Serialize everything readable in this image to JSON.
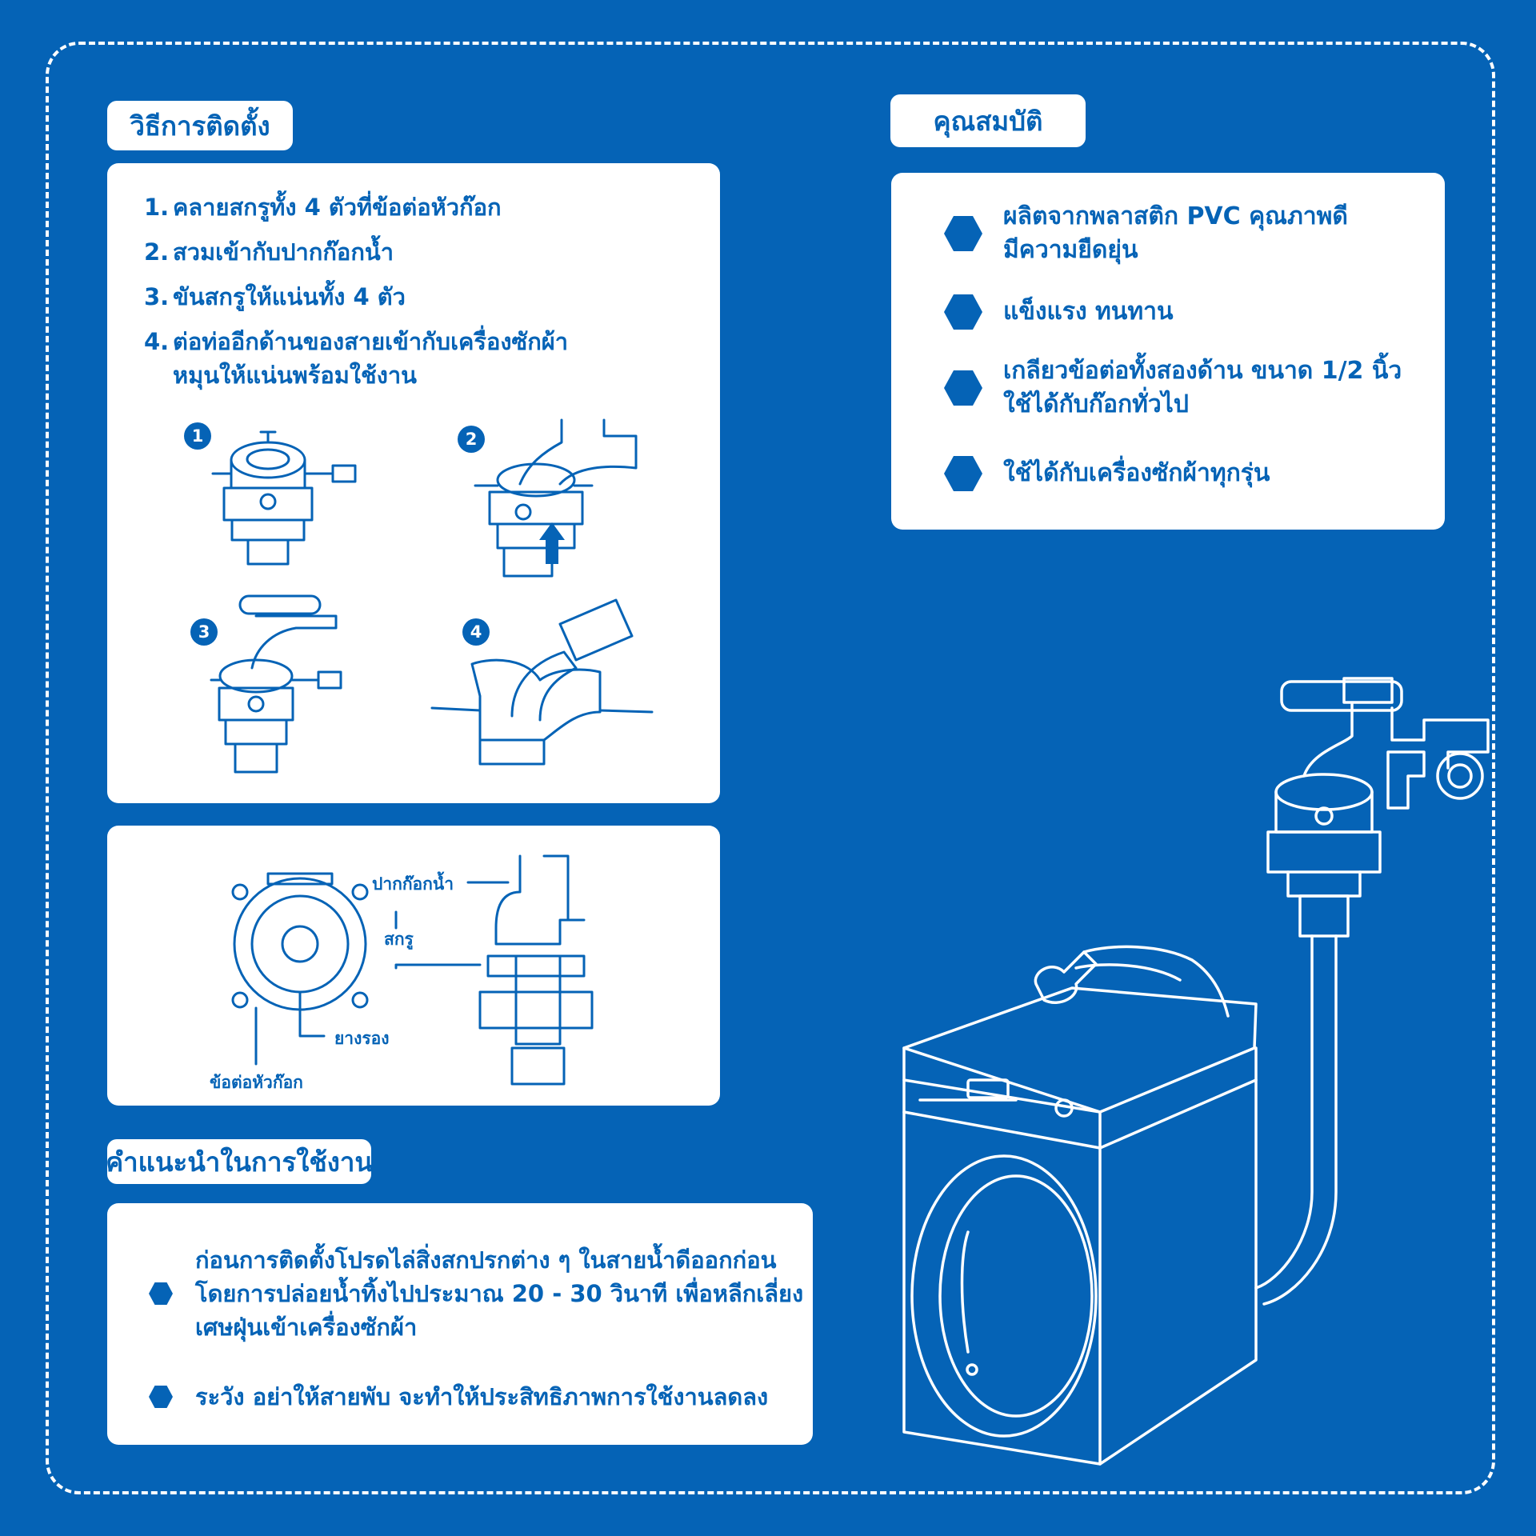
{
  "install": {
    "title": "วิธีการติดตั้ง",
    "steps": [
      {
        "num": "1.",
        "lines": [
          "คลายสกรูทั้ง 4 ตัวที่ข้อต่อหัวก๊อก"
        ]
      },
      {
        "num": "2.",
        "lines": [
          "สวมเข้ากับปากก๊อกน้ำ"
        ]
      },
      {
        "num": "3.",
        "lines": [
          "ขันสกรูให้แน่นทั้ง 4 ตัว"
        ]
      },
      {
        "num": "4.",
        "lines": [
          "ต่อท่ออีกด้านของสายเข้ากับเครื่องซักผ้า",
          "หมุนให้แน่นพร้อมใช้งาน"
        ]
      }
    ],
    "badges": [
      "1",
      "2",
      "3",
      "4"
    ]
  },
  "parts": {
    "faucet_mouth": "ปากก๊อกน้ำ",
    "screw": "สกรู",
    "gasket": "ยางรอง",
    "connector": "ข้อต่อหัวก๊อก"
  },
  "features": {
    "title": "คุณสมบัติ",
    "items": [
      {
        "lines": [
          "ผลิตจากพลาสติก PVC คุณภาพดี",
          "มีความยืดยุ่น"
        ]
      },
      {
        "lines": [
          "แข็งแรง ทนทาน"
        ]
      },
      {
        "lines": [
          "เกลียวข้อต่อทั้งสองด้าน ขนาด 1/2 นิ้ว",
          "ใช้ได้กับก๊อกทั่วไป"
        ]
      },
      {
        "lines": [
          "ใช้ได้กับเครื่องซักผ้าทุกรุ่น"
        ]
      }
    ]
  },
  "tips": {
    "title": "คำแนะนำในการใช้งาน",
    "items": [
      {
        "lines": [
          "ก่อนการติดตั้งโปรดไล่สิ่งสกปรกต่าง ๆ ในสายน้ำดีออกก่อน",
          "โดยการปล่อยน้ำทิ้งไปประมาณ 20 - 30 วินาที เพื่อหลีกเลี่ยง",
          "เศษฝุ่นเข้าเครื่องซักผ้า"
        ]
      },
      {
        "lines": [
          "ระวัง อย่าให้สายพับ จะทำให้ประสิทธิภาพการใช้งานลดลง"
        ]
      }
    ]
  },
  "colors": {
    "background": "#0563b6",
    "card": "#ffffff"
  }
}
